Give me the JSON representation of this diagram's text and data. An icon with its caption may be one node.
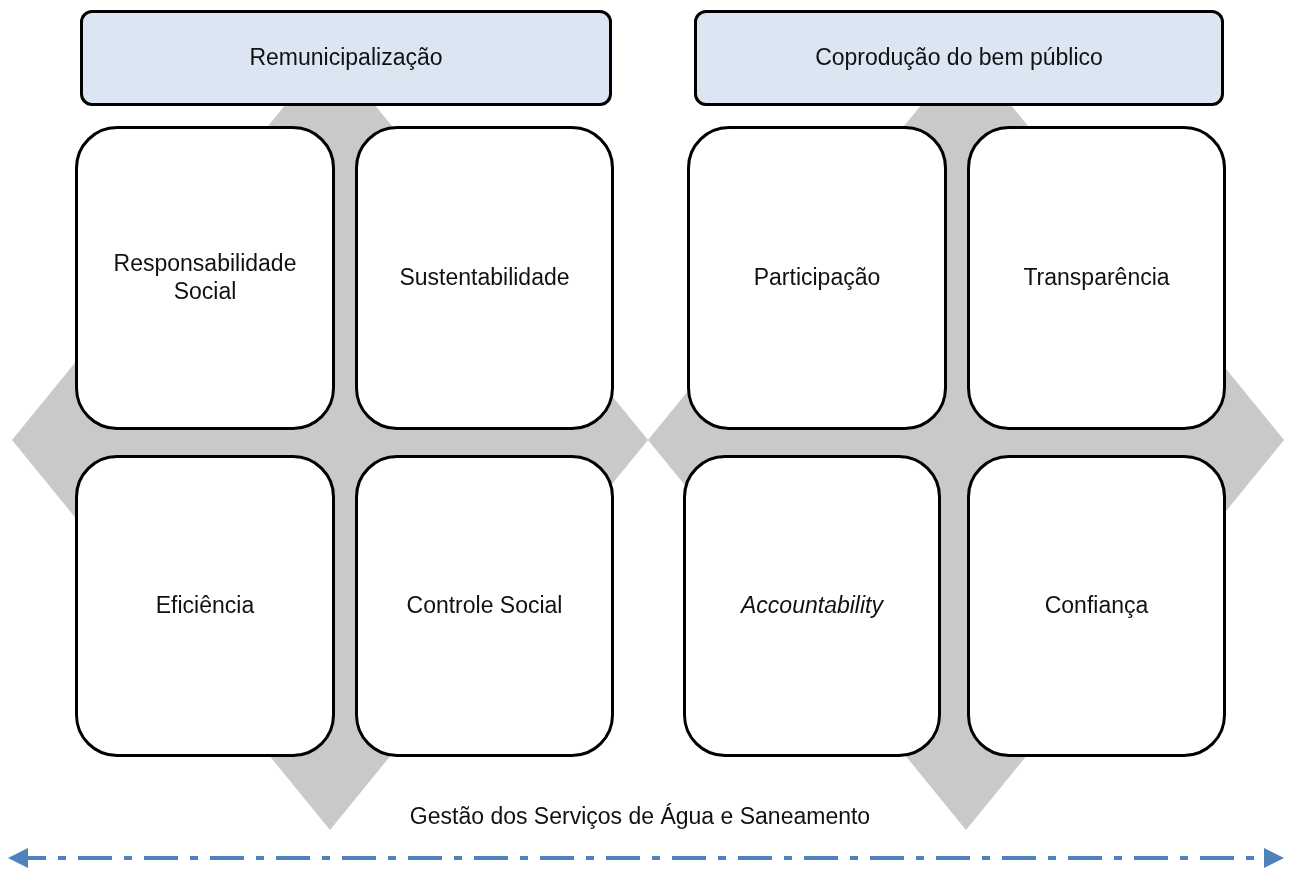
{
  "diagram": {
    "nodes": [
      {
        "text": [
          "Remunicipalização"
        ]
      },
      {
        "text": [
          "Coprodução do bem público"
        ]
      },
      {
        "text": [
          "Responsabilidade Social"
        ]
      },
      {
        "text": [
          "Sustentabilidade"
        ]
      },
      {
        "text": [
          "Participação"
        ]
      },
      {
        "text": [
          "Transparência"
        ]
      },
      {
        "text": [
          "Eficiência"
        ]
      },
      {
        "text": [
          "Controle Social"
        ]
      },
      {
        "text": [
          "Accountability"
        ]
      },
      {
        "text": [
          "Confiança"
        ]
      }
    ],
    "labels": [
      "Gestão dos Serviços de Água e Saneamento"
    ]
  }
}
